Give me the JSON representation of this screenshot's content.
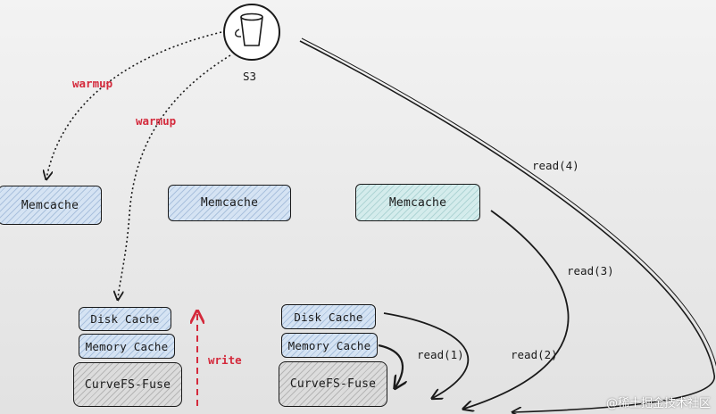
{
  "s3": {
    "label": "S3",
    "icon": "bucket-icon"
  },
  "arrows": {
    "warmup_1": "warmup",
    "warmup_2": "warmup",
    "write": "write",
    "read_1": "read(1)",
    "read_2": "read(2)",
    "read_3": "read(3)",
    "read_4": "read(4)"
  },
  "left_node": {
    "memcache": "Memcache",
    "disk_cache": "Disk Cache",
    "memory_cache": "Memory Cache",
    "fuse": "CurveFS-Fuse"
  },
  "middle_node": {
    "memcache": "Memcache"
  },
  "right_node": {
    "memcache": "Memcache",
    "disk_cache": "Disk Cache",
    "memory_cache": "Memory Cache",
    "fuse": "CurveFS-Fuse"
  },
  "watermark": "@稀土掘金技术社区",
  "colors": {
    "warmup_label": "#d42a3c",
    "write_arrow": "#d42a3c",
    "memcache_fill": "#d5e3f3",
    "memcache_highlight_fill": "#d4ecec",
    "fuse_fill": "#dcdcdc"
  }
}
